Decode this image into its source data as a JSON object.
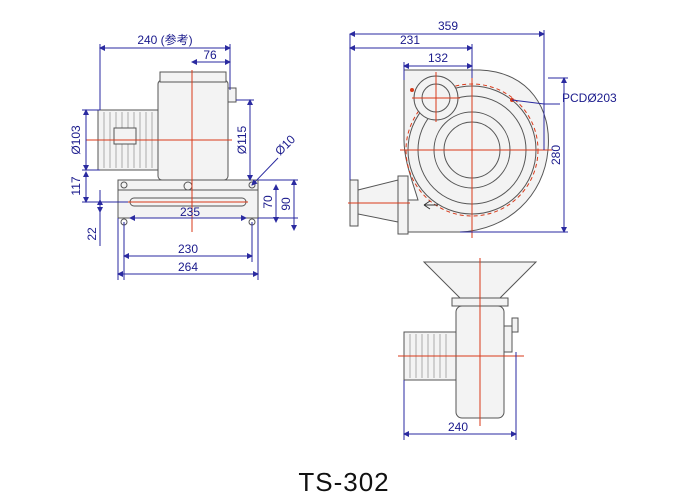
{
  "title": "TS-302",
  "front_view": {
    "dims": {
      "width_ref": "240 (参考)",
      "top_76": "76",
      "dia_103": "Ø103",
      "dia_115": "Ø115",
      "hole_10": "Ø10",
      "h_117": "117",
      "h_70": "70",
      "h_90": "90",
      "h_22": "22",
      "slot_235": "235",
      "holes_230": "230",
      "base_264": "264"
    }
  },
  "side_view": {
    "dims": {
      "total_359": "359",
      "inner_231": "231",
      "outlet_132": "132",
      "pcd": "PCDØ203",
      "height_280": "280"
    }
  },
  "bottom_view": {
    "dims": {
      "width_240": "240"
    }
  },
  "colors": {
    "dimension": "#2a2aa0",
    "centerline": "#d83a1a",
    "outline": "#555555"
  }
}
